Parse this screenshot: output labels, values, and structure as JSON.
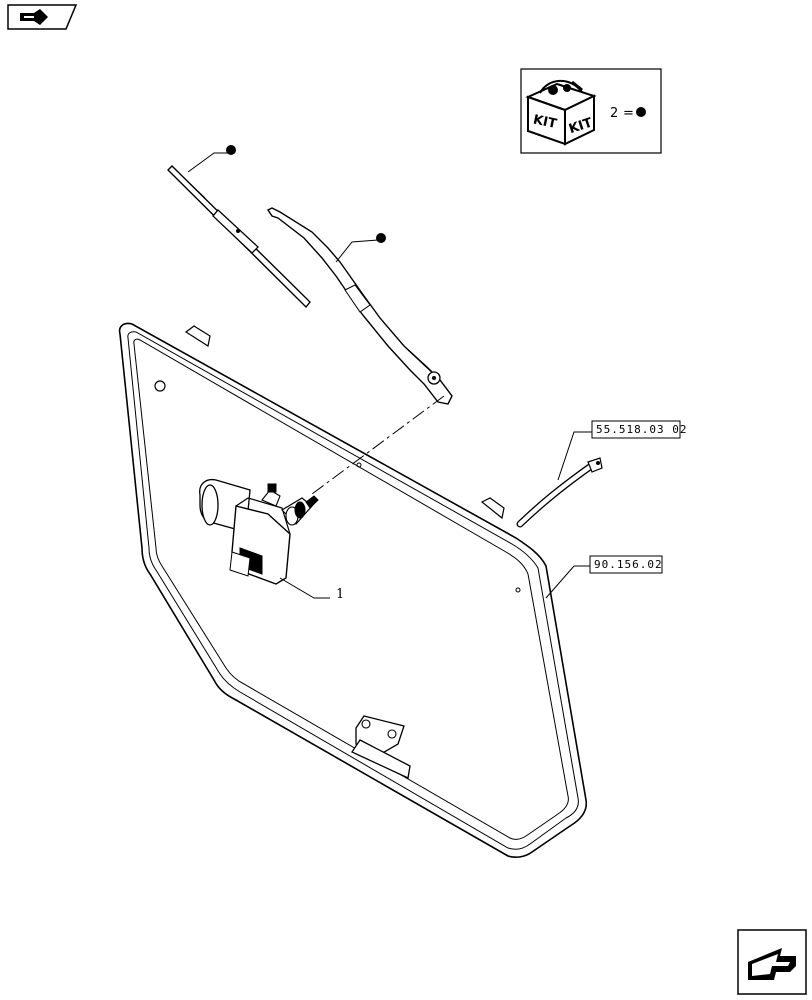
{
  "nav": {
    "prev_icon": "book-arrow-icon",
    "next_icon": "page-forward-arrow-icon"
  },
  "kit": {
    "label_left": "KIT",
    "label_right": "KIT",
    "qty": "2",
    "equals": "=",
    "symbol_icon": "filled-dot-icon"
  },
  "callouts": {
    "ref_hose": "55.518.03 02",
    "ref_window": "90.156.02",
    "item_motor": "1"
  },
  "colors": {
    "line": "#000000",
    "background": "#ffffff"
  }
}
